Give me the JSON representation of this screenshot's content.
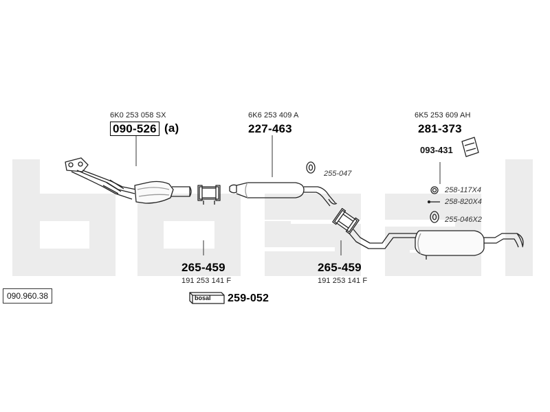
{
  "brand_watermark": "bosal",
  "colors": {
    "watermark": "#ebebeb",
    "line": "#222222",
    "shade": "#9a9a9a"
  },
  "diagram_reference": "090.960.38",
  "labels": {
    "catalyst_oem": "6K0 253 058 SX",
    "catalyst_part": "090-526",
    "catalyst_suffix": "(a)",
    "middle_oem": "6K6 253 409 A",
    "middle_part": "227-463",
    "rear_oem": "6K5 253 609 AH",
    "rear_part": "281-373",
    "bracket_part": "093-431",
    "hanger_a": "255-047",
    "ring": "258-117X4",
    "bolt": "258-820X4",
    "hanger_b": "255-046X2",
    "clamp1_part": "265-459",
    "clamp1_oem": "191 253 141 F",
    "clamp2_part": "265-459",
    "clamp2_oem": "191 253 141 F",
    "kit_logo": "bosal",
    "kit_part": "259-052"
  }
}
